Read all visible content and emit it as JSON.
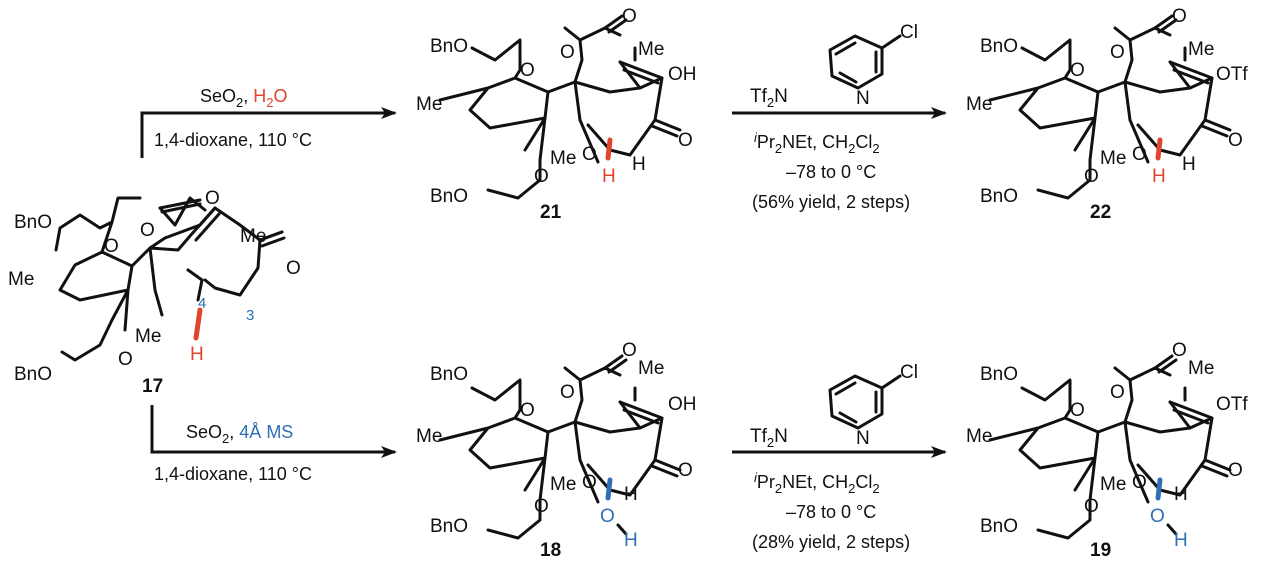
{
  "colors": {
    "ink": "#111111",
    "red": "#e0442a",
    "blue": "#2f6fb6"
  },
  "compounds": {
    "c17": {
      "id": "17",
      "atoms": {
        "bno_top": "BnO",
        "bno_bot": "BnO",
        "me_left": "Me",
        "me_right": "Me",
        "me_mid": "Me",
        "o_top": "O",
        "o_ring": "O",
        "o_lac": "O",
        "o_ket": "O",
        "h_red": "H",
        "pos4": "4",
        "pos3": "3"
      }
    },
    "c21": {
      "id": "21",
      "atoms": {
        "bno_top": "BnO",
        "bno_bot": "BnO",
        "me_left": "Me",
        "me_right": "Me",
        "me_mid": "Me",
        "o_top": "O",
        "o_ring": "O",
        "o_lac": "O",
        "o_ket": "O",
        "o_br": "O",
        "oh": "OH",
        "h_red": "H",
        "h_black": "H"
      }
    },
    "c22": {
      "id": "22",
      "atoms": {
        "bno_top": "BnO",
        "bno_bot": "BnO",
        "me_left": "Me",
        "me_right": "Me",
        "me_mid": "Me",
        "o_top": "O",
        "o_ring": "O",
        "o_lac": "O",
        "o_ket": "O",
        "o_br": "O",
        "otf": "OTf",
        "h_red": "H",
        "h_black": "H"
      }
    },
    "c18": {
      "id": "18",
      "atoms": {
        "bno_top": "BnO",
        "bno_bot": "BnO",
        "me_left": "Me",
        "me_right": "Me",
        "me_mid": "Me",
        "o_top": "O",
        "o_ring": "O",
        "o_lac": "O",
        "o_ket": "O",
        "o_br": "O",
        "oh": "OH",
        "h_black": "H",
        "o_blue": "O",
        "h_blue": "H"
      }
    },
    "c19": {
      "id": "19",
      "atoms": {
        "bno_top": "BnO",
        "bno_bot": "BnO",
        "me_left": "Me",
        "me_right": "Me",
        "me_mid": "Me",
        "o_top": "O",
        "o_ring": "O",
        "o_lac": "O",
        "o_ket": "O",
        "o_br": "O",
        "otf": "OTf",
        "h_black": "H",
        "o_blue": "O",
        "h_blue": "H"
      }
    }
  },
  "reagents": {
    "pyridine": {
      "cl": "Cl",
      "n": "N",
      "tf2n": "Tf",
      "tf2n_sub": "2",
      "tf2n_n": "N"
    }
  },
  "arrows": {
    "upper_left": {
      "line1_a": "SeO",
      "line1_sub": "2",
      "line1_comma": ",",
      "line1_colored": "H",
      "line1_colored_sub": "2",
      "line1_colored_end": "O",
      "line2": "1,4-dioxane, 110 °C"
    },
    "lower_left": {
      "line1_a": "SeO",
      "line1_sub": "2",
      "line1_comma": ",",
      "line1_colored": "4Å MS",
      "line2": "1,4-dioxane, 110 °C"
    },
    "upper_right": {
      "base_sup": "i",
      "base": "Pr",
      "base_sub": "2",
      "base_rest": "NEt, CH",
      "base_sub2": "2",
      "base_rest2": "Cl",
      "base_sub3": "2",
      "temp": "–78 to 0 °C",
      "yield": "(56% yield, 2 steps)"
    },
    "lower_right": {
      "base_sup": "i",
      "base": "Pr",
      "base_sub": "2",
      "base_rest": "NEt, CH",
      "base_sub2": "2",
      "base_rest2": "Cl",
      "base_sub3": "2",
      "temp": "–78 to 0 °C",
      "yield": "(28% yield, 2 steps)"
    }
  }
}
